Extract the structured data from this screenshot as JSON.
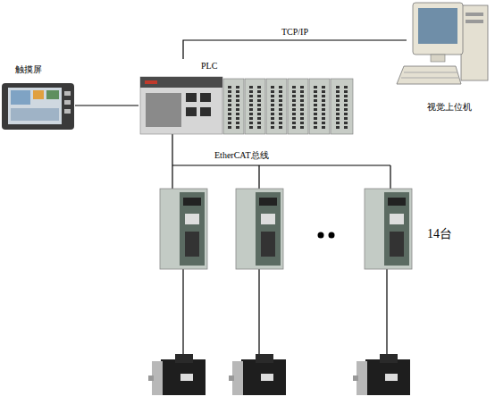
{
  "diagram": {
    "nodes": [
      {
        "text": [
          "触摸屏"
        ]
      },
      {
        "text": [
          "PLC"
        ]
      },
      {
        "text": [
          "视觉上位机"
        ]
      }
    ],
    "edges": [
      {
        "from": 0,
        "to": 1,
        "arrow": "none"
      },
      {
        "from": 1,
        "to": 2,
        "label": "TCP/IP",
        "arrow": "none"
      }
    ],
    "labels": [
      "EtherCAT总线",
      "14台"
    ]
  }
}
